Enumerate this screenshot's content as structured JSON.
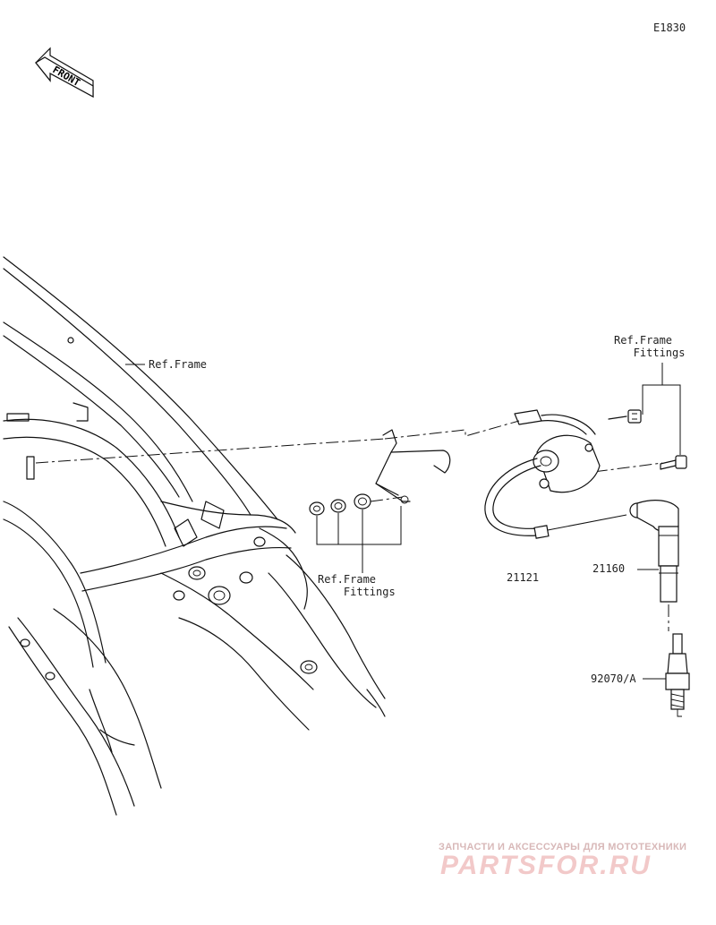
{
  "diagram_code": "E1830",
  "front_arrow": {
    "text": "FRONT",
    "icon": "front-direction-arrow-icon"
  },
  "labels": {
    "ref_frame": "Ref.Frame",
    "ref_frame_fittings_right": "Ref.Frame\n   Fittings",
    "ref_frame_fittings_center": "Ref.Frame\n    Fittings",
    "part_21121": "21121",
    "part_21160": "21160",
    "part_92070": "92070/A"
  },
  "watermark": {
    "tagline": "ЗАПЧАСТИ И АКСЕССУАРЫ ДЛЯ МОТОТЕХНИКИ",
    "logo": "PARTSFOR.RU"
  },
  "colors": {
    "line": "#111111",
    "watermark": "#e8a6a6",
    "background": "#ffffff"
  }
}
